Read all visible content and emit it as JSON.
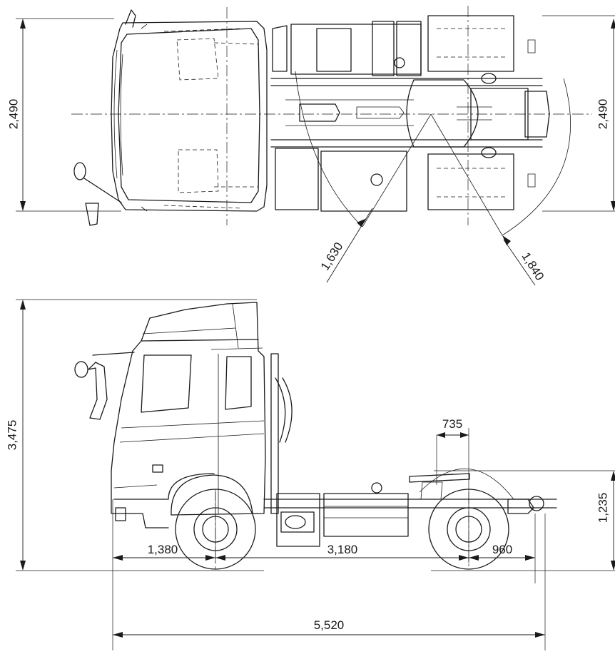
{
  "dimensions": {
    "top_width": "2,490",
    "top_width_right": "2,490",
    "turn_radius_front": "1,630",
    "turn_radius_rear": "1,840",
    "overall_height": "3,475",
    "fifth_wheel_offset": "735",
    "fifth_wheel_height": "1,235",
    "front_overhang": "1,380",
    "wheelbase": "3,180",
    "rear_overhang": "960",
    "overall_length": "5,520"
  },
  "colors": {
    "line": "#1a1a1a",
    "background": "#ffffff"
  }
}
